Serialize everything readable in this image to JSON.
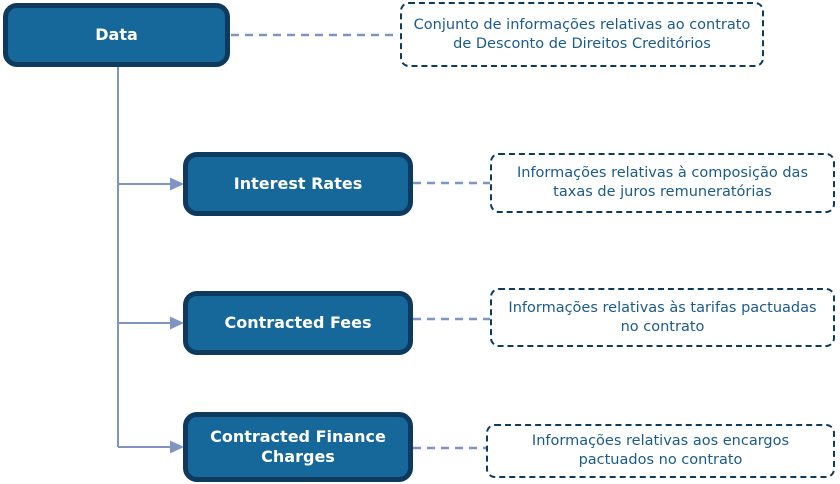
{
  "diagram": {
    "root": {
      "label": "Data",
      "description": "Conjunto de informações relativas ao contrato de Desconto de Direitos Creditórios"
    },
    "children": [
      {
        "label": "Interest Rates",
        "description": "Informações relativas à composição das taxas de juros remuneratórias"
      },
      {
        "label": "Contracted Fees",
        "description": "Informações relativas às tarifas pactuadas no contrato"
      },
      {
        "label": "Contracted Finance Charges",
        "description": "Informações relativas aos encargos pactuados no contrato"
      }
    ],
    "colors": {
      "node_fill": "#17689A",
      "node_border": "#0E3A5E",
      "node_text": "#FFFFFF",
      "desc_text": "#1A5B8A",
      "desc_border": "#0E3A5E",
      "connector": "#7E95C3",
      "bg": "#FFFFFF"
    }
  }
}
